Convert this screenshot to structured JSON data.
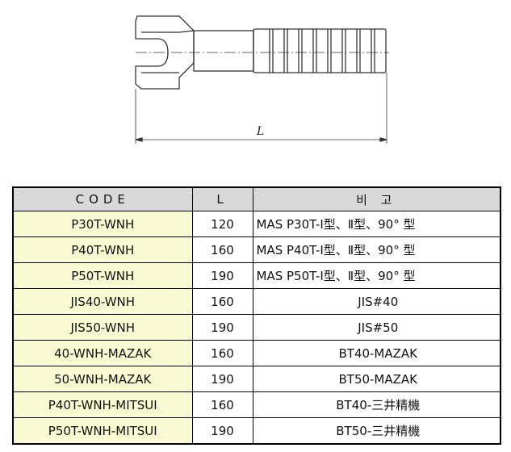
{
  "drawing": {
    "dimension_label": "L"
  },
  "table": {
    "headers": {
      "code": "CODE",
      "length": "L",
      "note": "비 고"
    },
    "rows": [
      {
        "code": "P30T-WNH",
        "length": "120",
        "note": "MAS P30T-Ⅰ型、Ⅱ型、90° 型"
      },
      {
        "code": "P40T-WNH",
        "length": "160",
        "note": "MAS P40T-Ⅰ型、Ⅱ型、90° 型"
      },
      {
        "code": "P50T-WNH",
        "length": "190",
        "note": "MAS P50T-Ⅰ型、Ⅱ型、90° 型"
      },
      {
        "code": "JIS40-WNH",
        "length": "160",
        "note": "JIS#40"
      },
      {
        "code": "JIS50-WNH",
        "length": "190",
        "note": "JIS#50"
      },
      {
        "code": "40-WNH-MAZAK",
        "length": "160",
        "note": "BT40-MAZAK"
      },
      {
        "code": "50-WNH-MAZAK",
        "length": "190",
        "note": "BT50-MAZAK"
      },
      {
        "code": "P40T-WNH-MITSUI",
        "length": "160",
        "note": "BT40-三井精機"
      },
      {
        "code": "P50T-WNH-MITSUI",
        "length": "190",
        "note": "BT50-三井精機"
      }
    ]
  }
}
